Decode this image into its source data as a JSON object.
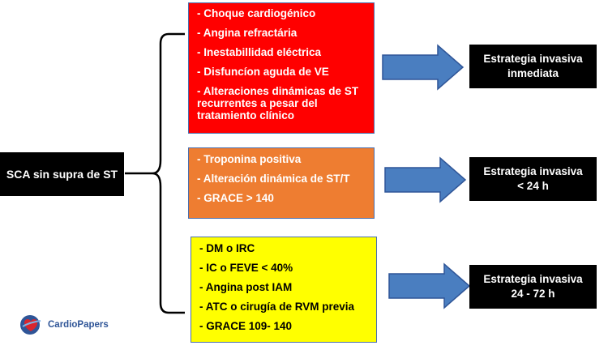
{
  "root": {
    "label": "SCA sin supra de ST"
  },
  "groups": [
    {
      "color": "#ff0000",
      "criteria": [
        "- Choque cardiogénico",
        "- Angina refractária",
        "- Inestabillidad eléctrica",
        "- Disfuncíon aguda de VE",
        [
          "- Alteraciones dinámicas de ST",
          "recurrentes a pesar del",
          "tratamiento clínico"
        ]
      ],
      "strategy": {
        "line1": "Estrategia invasiva",
        "line2": "inmediata"
      }
    },
    {
      "color": "#ee7d31",
      "criteria": [
        "- Troponina positiva",
        "- Alteración dinámica de ST/T",
        "- GRACE > 140"
      ],
      "strategy": {
        "line1": "Estrategia invasiva",
        "line2": "< 24 h"
      }
    },
    {
      "color": "#ffff00",
      "criteria": [
        "- DM o IRC",
        "- IC o FEVE < 40%",
        "- Angina post IAM",
        "- ATC o cirugía de RVM previa",
        "- GRACE 109- 140"
      ],
      "strategy": {
        "line1": "Estrategia invasiva",
        "line2": "24 - 72 h"
      }
    }
  ],
  "logo": {
    "text": "CardioPapers"
  },
  "colors": {
    "arrow_fill": "#4a7ec0",
    "arrow_stroke": "#2f5597",
    "box_border": "#4b6fae"
  }
}
